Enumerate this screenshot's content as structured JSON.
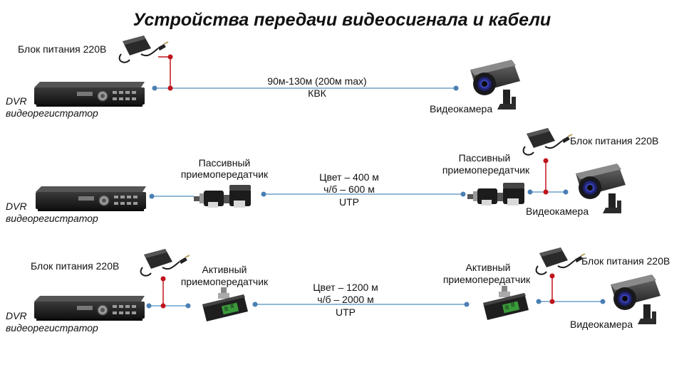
{
  "title": "Устройства передачи видеосигнала и кабели",
  "colors": {
    "line": "#6fa0c8",
    "node": "#4a7fb4",
    "power_node": "#c0141c",
    "device": "#1e1e1e"
  },
  "labels": {
    "psu": "Блок питания 220В",
    "dvr": "DVR",
    "dvr_sub": "видеорегистратор",
    "camera": "Видеокамера",
    "passive_1": "Пассивный",
    "passive_2": "приемопередатчик",
    "active_1": "Активный",
    "active_2": "приемопередатчик"
  },
  "rows": [
    {
      "cable_line1": "90м-130м (200м max)",
      "cable_line2": "КВК"
    },
    {
      "cable_line1": "Цвет – 400 м",
      "cable_line2": "ч/б – 600 м",
      "cable_line3": "UTP"
    },
    {
      "cable_line1": "Цвет – 1200 м",
      "cable_line2": "ч/б – 2000 м",
      "cable_line3": "UTP"
    }
  ],
  "icons": [
    "dvr-icon",
    "camera-icon",
    "power-adapter-icon",
    "passive-transceiver-icon",
    "active-transceiver-icon"
  ]
}
